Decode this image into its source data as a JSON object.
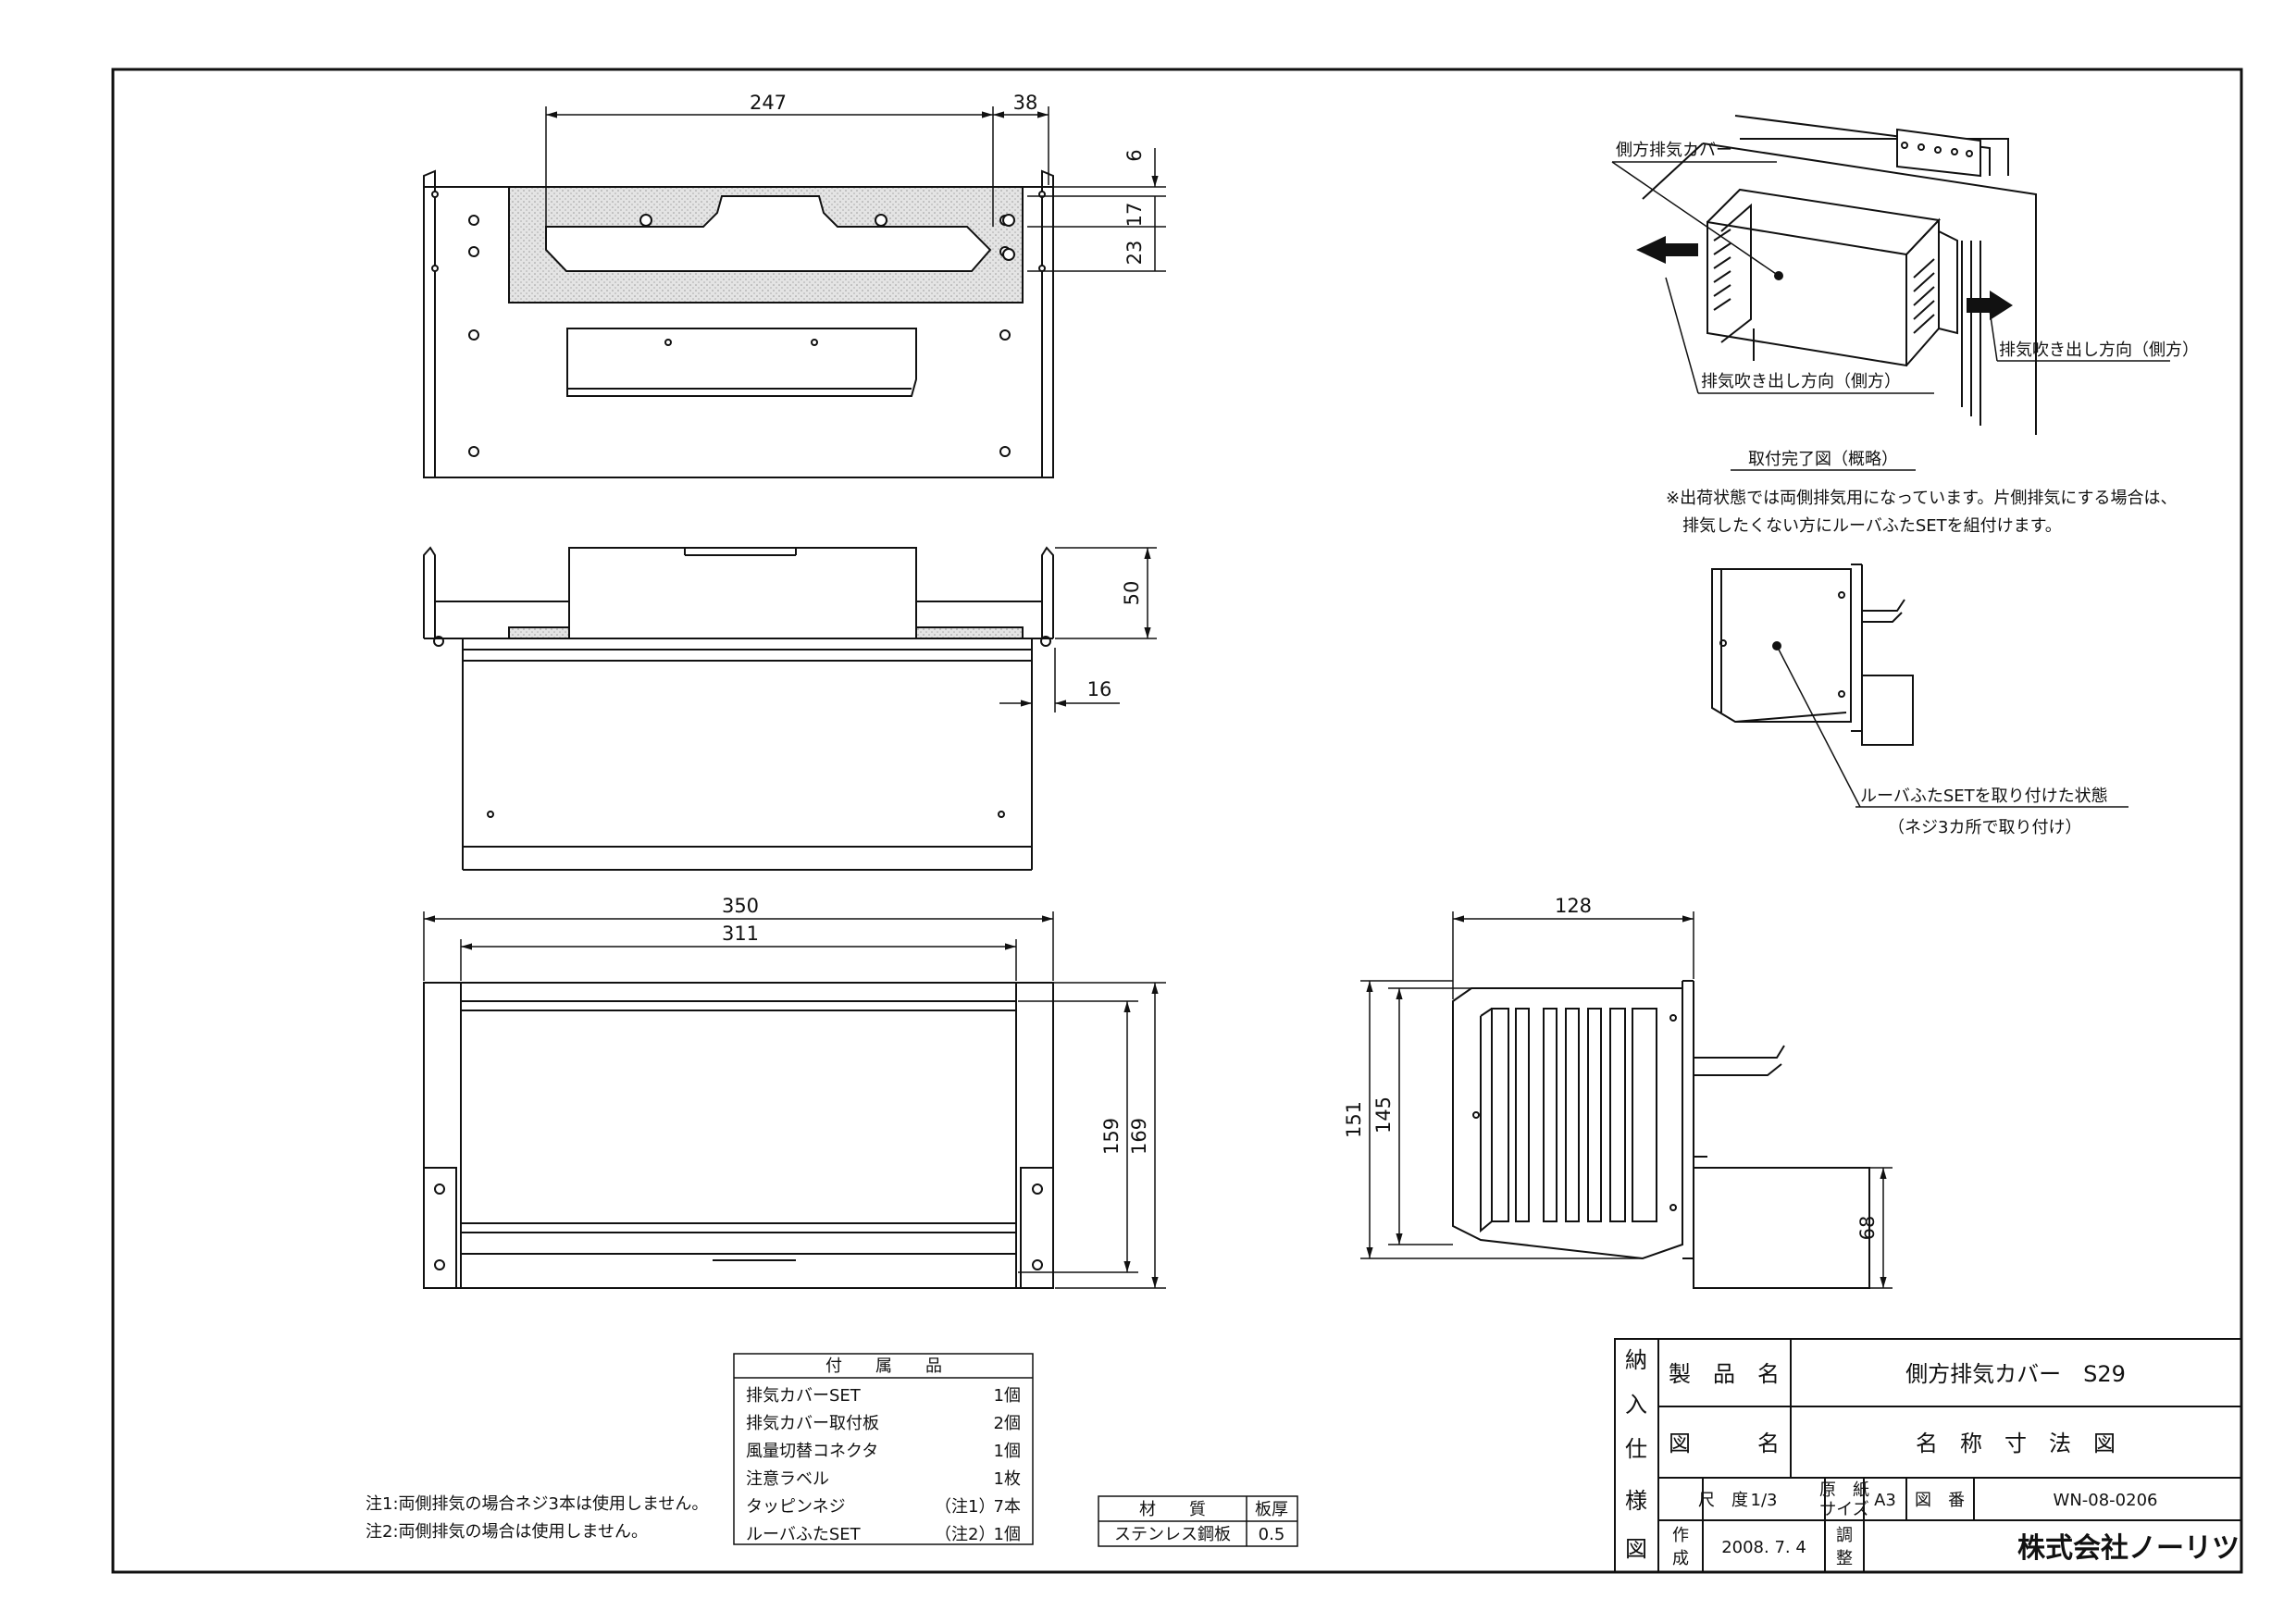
{
  "dimensions": {
    "top_width_a": "247",
    "top_width_b": "38",
    "top_h_6": "6",
    "top_h_17": "17",
    "top_h_23": "23",
    "front_height": "50",
    "front_offset": "16",
    "bottom_width_outer": "350",
    "bottom_width_inner": "311",
    "bottom_height_inner": "159",
    "bottom_height_outer": "169",
    "side_width": "128",
    "side_height_outer": "151",
    "side_height_inner": "145",
    "side_box_height": "68"
  },
  "perspective": {
    "cover_label": "側方排気カバー",
    "exhaust_dir_left": "排気吹き出し方向（側方）",
    "exhaust_dir_right": "排気吹き出し方向（側方）",
    "title": "取付完了図（概略）",
    "note_line1": "※出荷状態では両側排気用になっています。片側排気にする場合は、",
    "note_line2": "排気したくない方にルーバふたSETを組付けます。"
  },
  "louver_detail": {
    "label": "ルーバふたSETを取り付けた状態",
    "sub": "（ネジ3カ所で取り付け）"
  },
  "notes": {
    "note1": "注1:両側排気の場合ネジ3本は使用しません。",
    "note2": "注2:両側排気の場合は使用しません。"
  },
  "accessories": {
    "header": "付　　属　　品",
    "rows": [
      {
        "name": "排気カバーSET",
        "note": "",
        "qty": "1個"
      },
      {
        "name": "排気カバー取付板",
        "note": "",
        "qty": "2個"
      },
      {
        "name": "風量切替コネクタ",
        "note": "",
        "qty": "1個"
      },
      {
        "name": "注意ラベル",
        "note": "",
        "qty": "1枚"
      },
      {
        "name": "タッピンネジ",
        "note": "（注1）",
        "qty": "7本"
      },
      {
        "name": "ルーバふたSET",
        "note": "（注2）",
        "qty": "1個"
      }
    ]
  },
  "material": {
    "col_material": "材　　質",
    "col_thickness": "板厚",
    "material": "ステンレス鋼板",
    "thickness": "0.5"
  },
  "title_block": {
    "side_chars": [
      "納",
      "入",
      "仕",
      "様",
      "図"
    ],
    "product_label": "製　品　名",
    "product_name": "側方排気カバー　S29",
    "drawing_label": "図　　　名",
    "drawing_name": "名　称　寸　法　図",
    "scale_label": "尺　度",
    "scale_value": "1/3",
    "paper_label_1": "原　紙",
    "paper_label_2": "サイズ",
    "paper_value": "A3",
    "drawing_no_label": "図　番",
    "drawing_no": "WN-08-0206",
    "made_label_1": "作",
    "made_label_2": "成",
    "date": "2008. 7. 4",
    "check_label_1": "調",
    "check_label_2": "整",
    "company": "株式会社ノーリツ"
  }
}
